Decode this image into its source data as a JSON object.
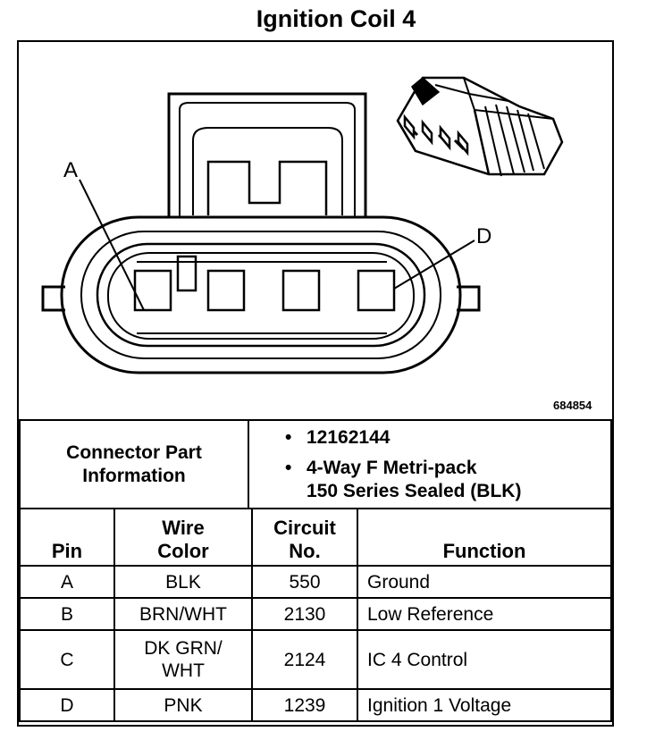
{
  "title": "Ignition Coil 4",
  "diagram": {
    "ref_number": "684854",
    "pin_label_a": "A",
    "pin_label_d": "D"
  },
  "connector_info": {
    "label_line1": "Connector Part",
    "label_line2": "Information",
    "part_number": "12162144",
    "description_line1": "4-Way F Metri-pack",
    "description_line2": "150 Series Sealed (BLK)"
  },
  "table": {
    "headers": {
      "pin": "Pin",
      "wire_color_line1": "Wire",
      "wire_color_line2": "Color",
      "circuit_line1": "Circuit",
      "circuit_line2": "No.",
      "function": "Function"
    },
    "rows": [
      {
        "pin": "A",
        "wire_color_line1": "BLK",
        "wire_color_line2": "",
        "circuit": "550",
        "function": "Ground"
      },
      {
        "pin": "B",
        "wire_color_line1": "BRN/WHT",
        "wire_color_line2": "",
        "circuit": "2130",
        "function": "Low Reference"
      },
      {
        "pin": "C",
        "wire_color_line1": "DK GRN/",
        "wire_color_line2": "WHT",
        "circuit": "2124",
        "function": "IC 4 Control"
      },
      {
        "pin": "D",
        "wire_color_line1": "PNK",
        "wire_color_line2": "",
        "circuit": "1239",
        "function": "Ignition 1 Voltage"
      }
    ]
  }
}
